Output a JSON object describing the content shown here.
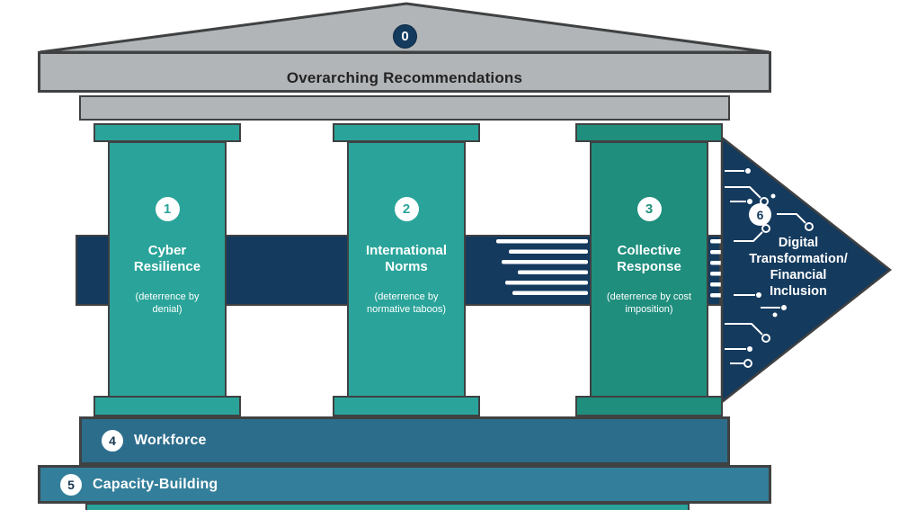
{
  "pediment": {
    "number": "0",
    "label": "Overarching Recommendations"
  },
  "pillars": [
    {
      "number": "1",
      "title": "Cyber Resilience",
      "subtitle": "(deterrence by denial)"
    },
    {
      "number": "2",
      "title": "International Norms",
      "subtitle": "(deterrence by normative taboos)"
    },
    {
      "number": "3",
      "title": "Collective Response",
      "subtitle": "(deterrence by cost imposition)"
    }
  ],
  "arrow": {
    "number": "6",
    "label": "Digital Transformation/ Financial Inclusion"
  },
  "steps": [
    {
      "number": "4",
      "label": "Workforce"
    },
    {
      "number": "5",
      "label": "Capacity-Building"
    }
  ],
  "colors": {
    "pillar_teal": "#2AA49A",
    "pillar_teal_dark": "#1F8E7D",
    "navy_band": "#143A5E",
    "pediment_gray": "#B2B5B7",
    "workforce_blue": "#2D6D8C",
    "capacity_blue": "#337F9B",
    "outline": "#3F4142"
  }
}
